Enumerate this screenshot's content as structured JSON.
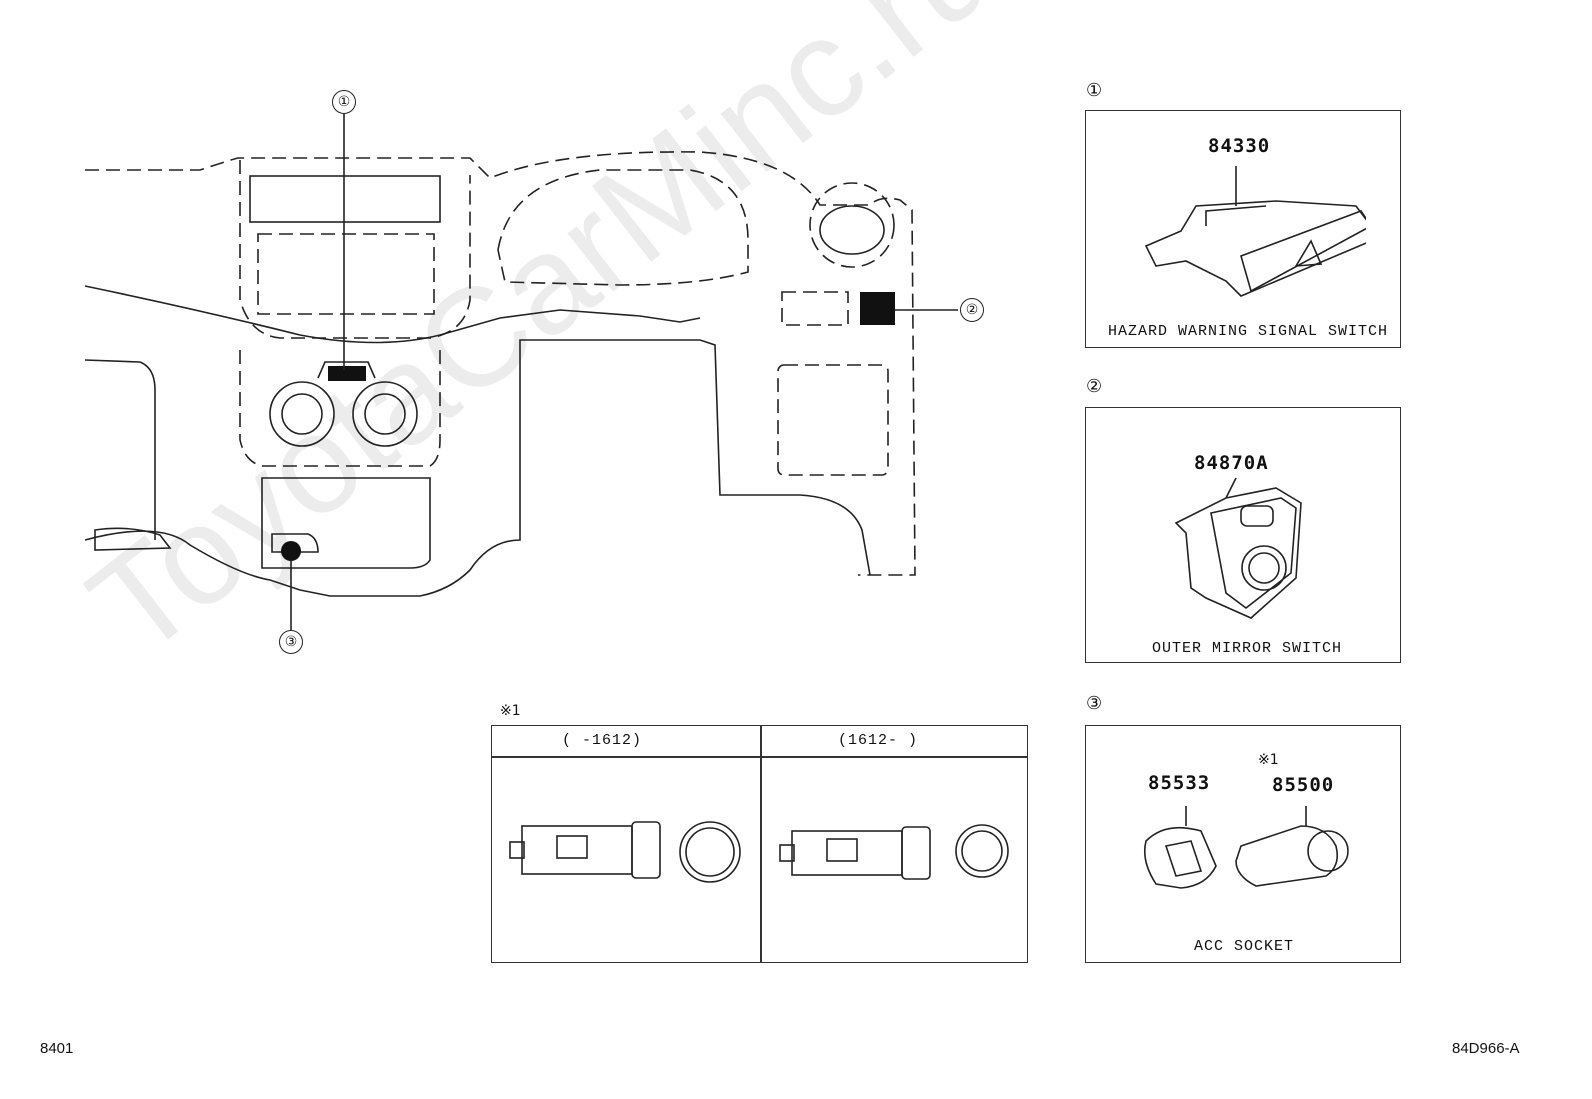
{
  "watermark": "ToyotaCarMinc.ru",
  "callouts": {
    "one": "①",
    "two": "②",
    "three": "③"
  },
  "panel1": {
    "label": "①",
    "part_number": "84330",
    "caption": "HAZARD WARNING SIGNAL SWITCH",
    "icon": "hazard-triangle-icon"
  },
  "panel2": {
    "label": "②",
    "part_number": "84870A",
    "caption": "OUTER MIRROR SWITCH"
  },
  "panel3": {
    "label": "③",
    "part_a": "85533",
    "note_b": "※1",
    "part_b": "85500",
    "caption": "ACC SOCKET"
  },
  "table": {
    "note": "※1",
    "col1": "(    -1612)",
    "col2": "(1612-    )"
  },
  "footer": {
    "left": "8401",
    "right": "84D966-A"
  }
}
